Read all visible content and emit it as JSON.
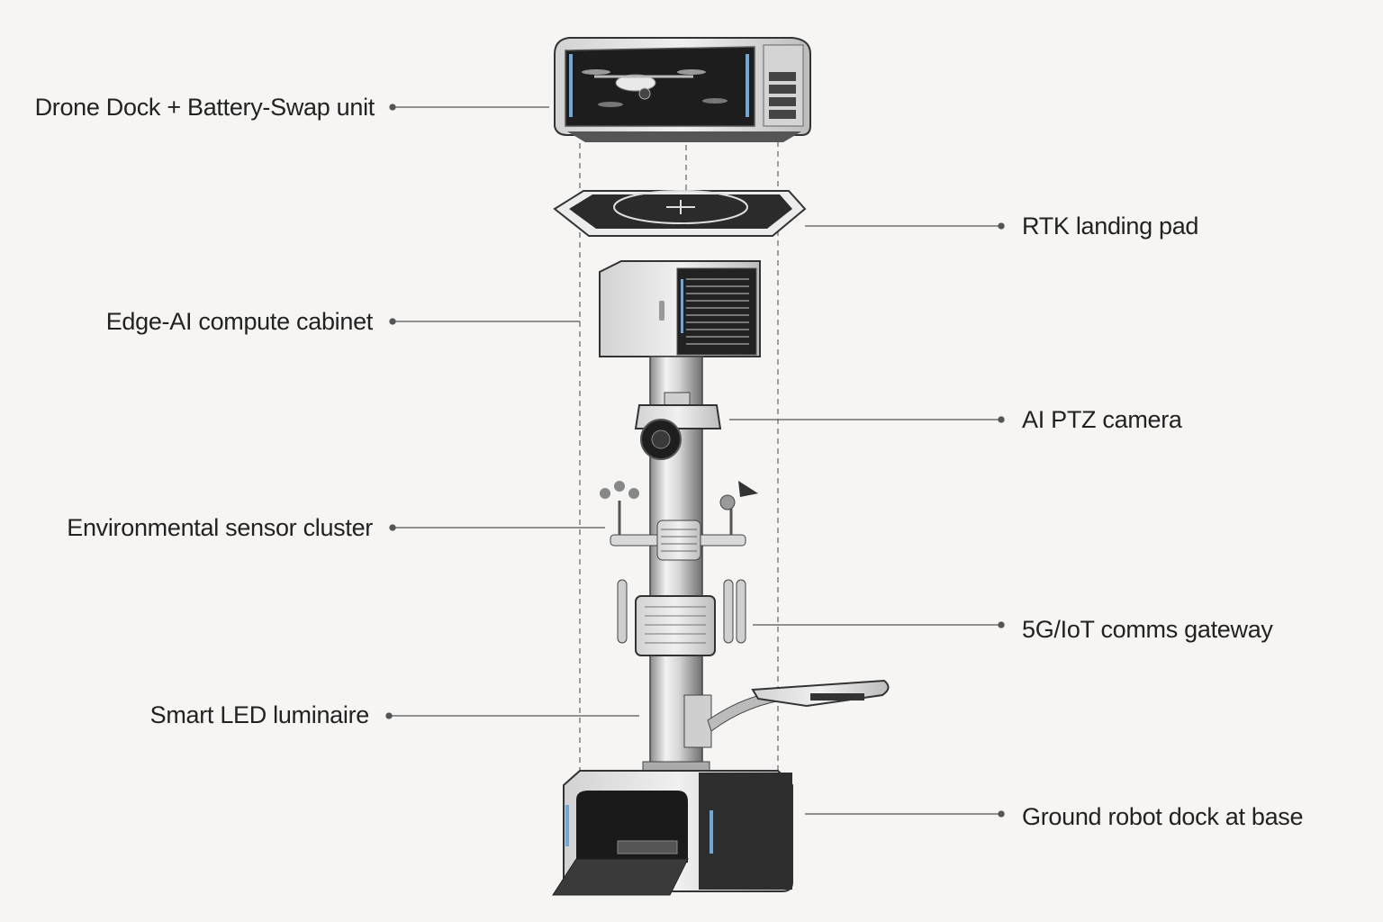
{
  "colors": {
    "background": "#f6f5f3",
    "leader_line": "#555555",
    "metal_light": "#e4e4e4",
    "metal_dark": "#2a2a2a",
    "accent_blue": "#6fa8d8"
  },
  "callouts": {
    "drone_dock": "Drone Dock + Battery-Swap unit",
    "rtk_pad": "RTK landing pad",
    "edge_ai": "Edge-AI compute cabinet",
    "ptz_camera": "AI PTZ camera",
    "env_sensors": "Environmental sensor cluster",
    "gateway": "5G/IoT comms gateway",
    "led_luminaire": "Smart LED luminaire",
    "robot_dock": "Ground robot dock at base"
  }
}
